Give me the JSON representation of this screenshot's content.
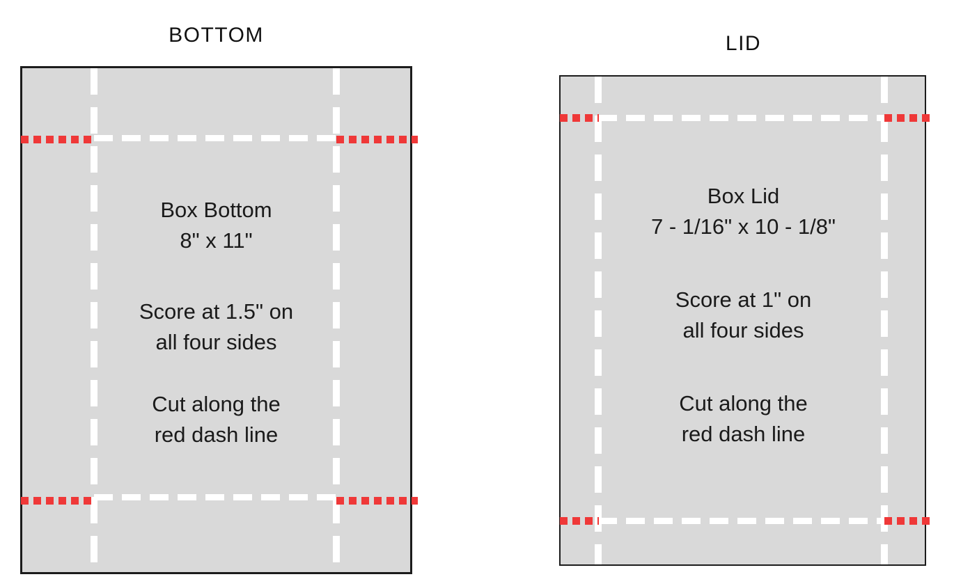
{
  "page": {
    "background": "#ffffff"
  },
  "colors": {
    "sheet_fill": "#d9d9d9",
    "sheet_border": "#1c1c1c",
    "score_line_white": "#ffffff",
    "cut_line_red": "#ef3838",
    "text": "#1a1a1a"
  },
  "panels": [
    {
      "title": "BOTTOM",
      "name": {
        "line1": "Box Bottom",
        "line2": "8\" x 11\""
      },
      "score": {
        "line1": "Score at 1.5\" on",
        "line2": "all four sides"
      },
      "cut": {
        "line1": "Cut along the",
        "line2": "red dash line"
      }
    },
    {
      "title": "LID",
      "name": {
        "line1": "Box Lid",
        "line2": "7 - 1/16\" x 10 - 1/8\""
      },
      "score": {
        "line1": "Score at 1\" on",
        "line2": "all four sides"
      },
      "cut": {
        "line1": "Cut along the",
        "line2": "red dash line"
      }
    }
  ]
}
